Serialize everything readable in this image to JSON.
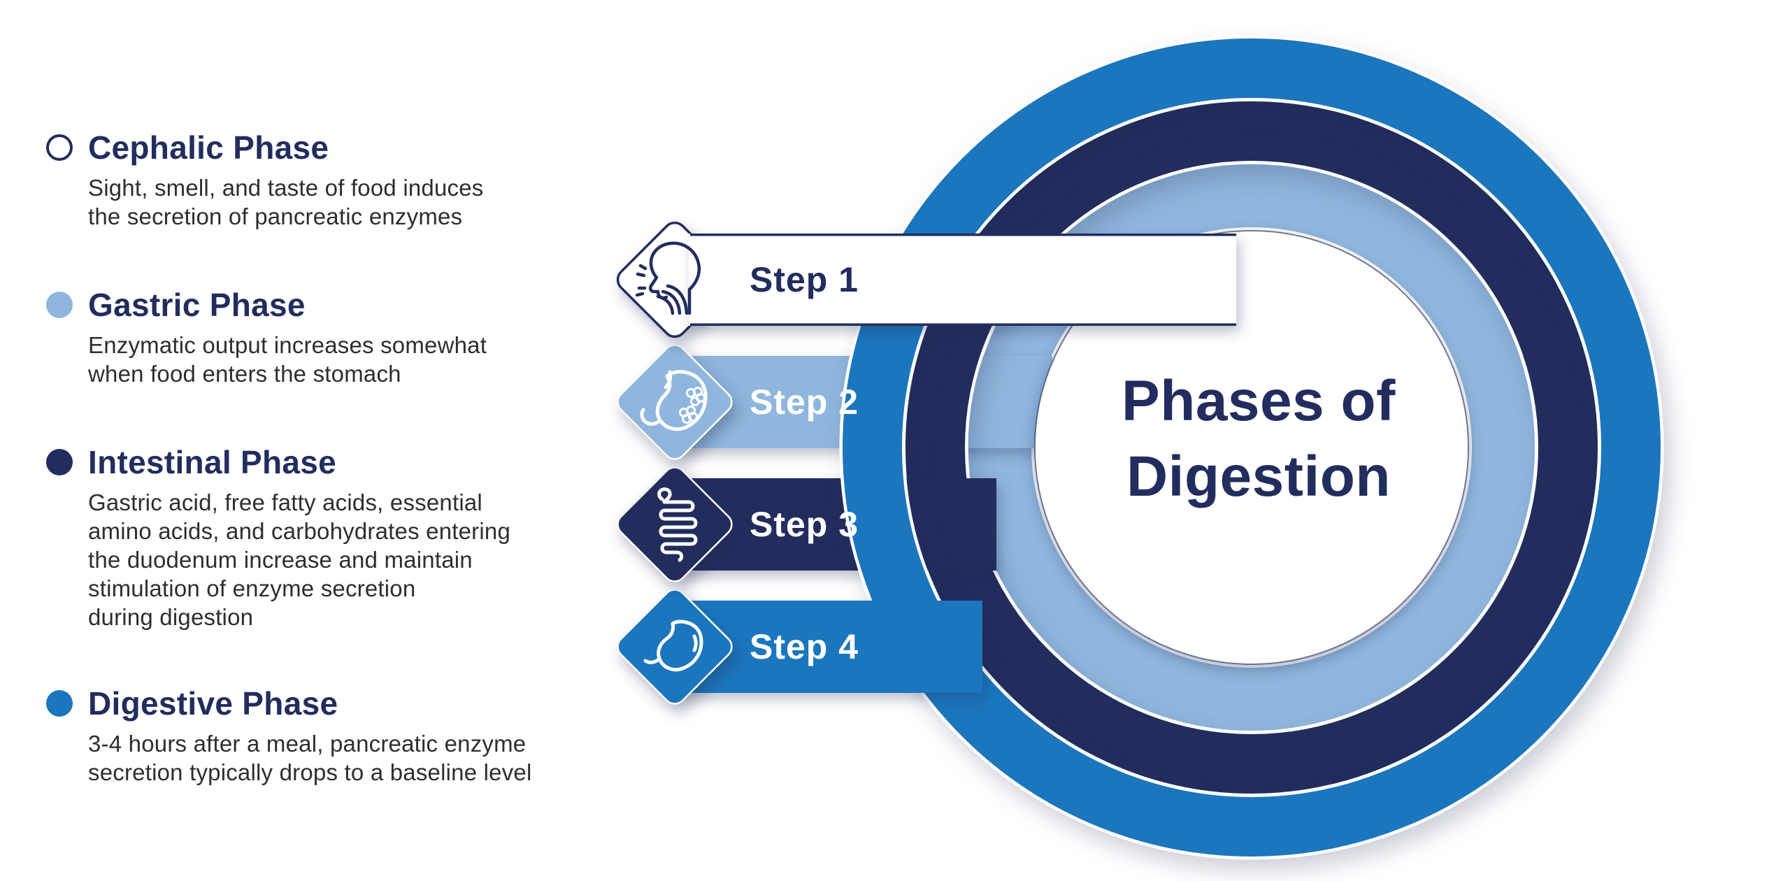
{
  "colors": {
    "navy": "#222d5e",
    "blue": "#1b76bd",
    "light_blue": "#8fb6dd",
    "white": "#ffffff",
    "body_text": "#2e2e2e"
  },
  "legend": {
    "items": [
      {
        "title": "Cephalic Phase",
        "desc": "Sight, smell, and taste of food induces\nthe secretion of pancreatic enzymes",
        "bullet": "white-outline"
      },
      {
        "title": "Gastric Phase",
        "desc": "Enzymatic output increases somewhat\nwhen food enters the stomach",
        "bullet": "light-blue"
      },
      {
        "title": "Intestinal Phase",
        "desc": "Gastric acid, free fatty acids, essential\namino acids, and carbohydrates entering\nthe duodenum increase and maintain\nstimulation of enzyme secretion\nduring digestion",
        "bullet": "navy"
      },
      {
        "title": "Digestive Phase",
        "desc": "3-4 hours after a meal, pancreatic enzyme\nsecretion typically drops to a baseline level",
        "bullet": "blue"
      }
    ]
  },
  "diagram": {
    "center_title": [
      "Phases of",
      "Digestion"
    ],
    "steps": [
      {
        "label": "Step 1",
        "icon": "mouth-smell-icon",
        "color": "white"
      },
      {
        "label": "Step 2",
        "icon": "stomach-food-icon",
        "color": "light_blue"
      },
      {
        "label": "Step 3",
        "icon": "intestine-icon",
        "color": "navy"
      },
      {
        "label": "Step 4",
        "icon": "stomach-icon",
        "color": "blue"
      }
    ]
  }
}
